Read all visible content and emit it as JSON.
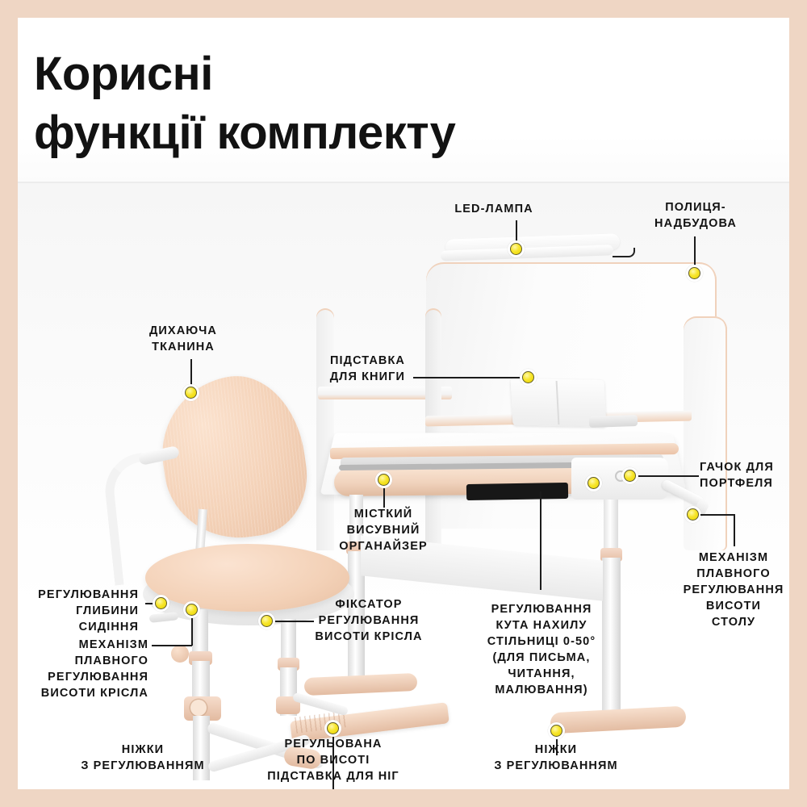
{
  "page": {
    "border_color": "#EFD6C4",
    "background": "#ffffff",
    "marker_color": "#F2DF1E",
    "text_color": "#131313",
    "wood_color": "#F0D2BC",
    "panel_color": "#FAFAFA",
    "fabric_color": "#F6D6BC"
  },
  "header": {
    "title_line1": "Корисні",
    "title_line2": "функції комплекту"
  },
  "callouts": [
    {
      "id": "led-lamp",
      "label": "LED-ЛАМПА"
    },
    {
      "id": "shelf-superstructure",
      "label": "ПОЛИЦЯ-\nНАДБУДОВА"
    },
    {
      "id": "breathable-fabric",
      "label": "ДИХАЮЧА\nТКАНИНА"
    },
    {
      "id": "book-stand",
      "label": "ПІДСТАВКА\nДЛЯ КНИГИ"
    },
    {
      "id": "bag-hook",
      "label": "ГАЧОК ДЛЯ\nПОРТФЕЛЯ"
    },
    {
      "id": "roomy-organizer",
      "label": "МІСТКИЙ\nВИСУВНИЙ\nОРГАНАЙЗЕР"
    },
    {
      "id": "desk-height-mechanism",
      "label": "МЕХАНІЗМ\nПЛАВНОГО\nРЕГУЛЮВАННЯ\nВИСОТИ\nСТОЛУ"
    },
    {
      "id": "seat-depth-adjust",
      "label": "РЕГУЛЮВАННЯ\nГЛИБИНИ\nСИДІННЯ"
    },
    {
      "id": "chair-height-mechanism",
      "label": "МЕХАНІЗМ\nПЛАВНОГО\nРЕГУЛЮВАННЯ\nВИСОТИ КРІСЛА"
    },
    {
      "id": "chair-height-fixator",
      "label": "ФІКСАТОР\nРЕГУЛЮВАННЯ\nВИСОТИ КРІСЛА"
    },
    {
      "id": "tabletop-tilt",
      "label": "РЕГУЛЮВАННЯ\nКУТА НАХИЛУ\nСТІЛЬНИЦІ 0-50°\n(ДЛЯ ПИСЬМА,\nЧИТАННЯ,\nМАЛЮВАННЯ)"
    },
    {
      "id": "chair-feet-adjust",
      "label": "НІЖКИ\nЗ РЕГУЛЮВАННЯМ"
    },
    {
      "id": "footrest-adjust",
      "label": "РЕГУЛЬОВАНА\nПО ВИСОТІ\nПІДСТАВКА ДЛЯ НІГ"
    },
    {
      "id": "desk-feet-adjust",
      "label": "НІЖКИ\nЗ РЕГУЛЮВАННЯМ"
    }
  ]
}
